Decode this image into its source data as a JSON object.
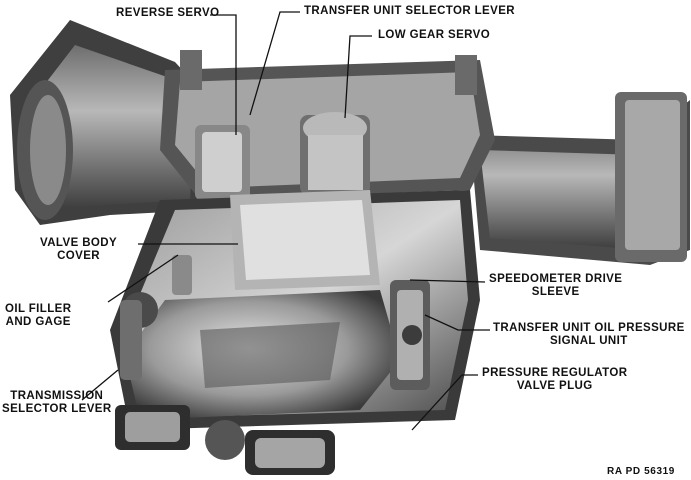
{
  "labels": {
    "reverse_servo": "REVERSE SERVO",
    "transfer_unit_selector_lever": "TRANSFER UNIT SELECTOR LEVER",
    "low_gear_servo": "LOW GEAR SERVO",
    "valve_body_cover": [
      "VALVE BODY",
      "COVER"
    ],
    "oil_filler_and_gage": [
      "OIL FILLER",
      "AND GAGE"
    ],
    "transmission_selector_lever": [
      "TRANSMISSION",
      "SELECTOR LEVER"
    ],
    "speedometer_drive_sleeve": [
      "SPEEDOMETER DRIVE",
      "SLEEVE"
    ],
    "transfer_unit_oil_pressure_signal_unit": [
      "TRANSFER UNIT OIL PRESSURE",
      "SIGNAL UNIT"
    ],
    "pressure_regulator_valve_plug": [
      "PRESSURE REGULATOR",
      "VALVE PLUG"
    ]
  },
  "figure_code": "RA PD 56319",
  "colors": {
    "paper": "#ffffff",
    "ink": "#111111",
    "metal_dark": "#2b2b2b",
    "metal_mid": "#7a7a7a",
    "metal_light": "#c9c9c9"
  }
}
